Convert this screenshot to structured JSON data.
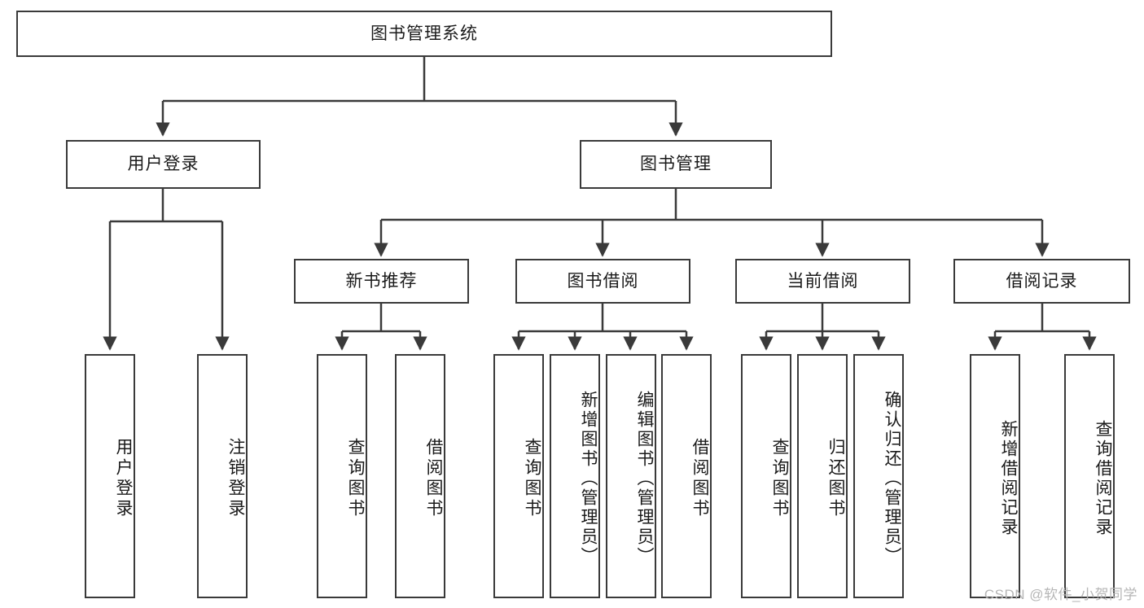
{
  "diagram": {
    "title": "图书管理系统",
    "watermark": "CSDN @软件_小贺同学",
    "colors": {
      "stroke": "#3a3a3a",
      "fill": "#ffffff",
      "text": "#1a1a1a",
      "watermark": "#b6b6b6"
    },
    "root": {
      "label": "图书管理系统"
    },
    "level2": [
      {
        "label": "用户登录"
      },
      {
        "label": "图书管理"
      }
    ],
    "level3": [
      {
        "label": "新书推荐"
      },
      {
        "label": "图书借阅"
      },
      {
        "label": "当前借阅"
      },
      {
        "label": "借阅记录"
      }
    ],
    "leaves": {
      "user_login": [
        {
          "label": "用户登录"
        },
        {
          "label": "注销登录"
        }
      ],
      "new_book_rec": [
        {
          "label": "查询图书"
        },
        {
          "label": "借阅图书"
        }
      ],
      "book_borrow": [
        {
          "label": "查询图书"
        },
        {
          "label": "新增图书（管理员）"
        },
        {
          "label": "编辑图书（管理员）"
        },
        {
          "label": "借阅图书"
        }
      ],
      "current_borrow": [
        {
          "label": "查询图书"
        },
        {
          "label": "归还图书"
        },
        {
          "label": "确认归还（管理员）"
        }
      ],
      "borrow_record": [
        {
          "label": "新增借阅记录"
        },
        {
          "label": "查询借阅记录"
        }
      ]
    }
  }
}
